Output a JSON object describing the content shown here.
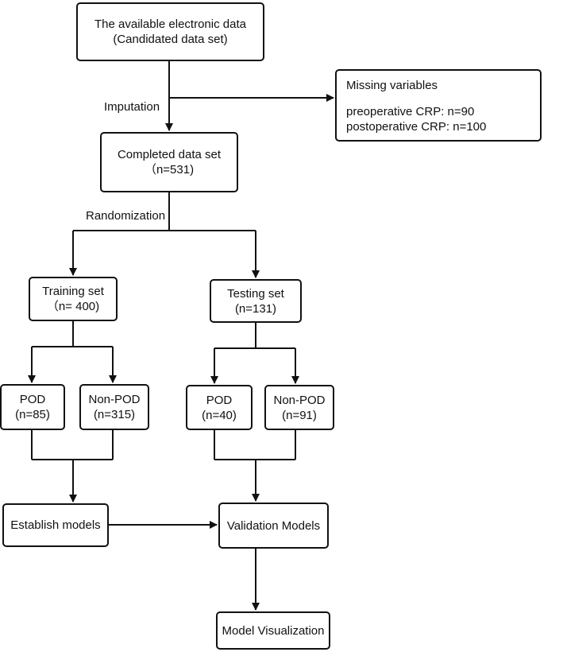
{
  "nodes": {
    "source": {
      "line1": "The available electronic data",
      "line2": "(Candidated data set)"
    },
    "missing": {
      "title": "Missing variables",
      "line1": "preoperative CRP: n=90",
      "line2": "postoperative CRP: n=100"
    },
    "completed": {
      "line1": "Completed data set",
      "line2": "（n=531)"
    },
    "training": {
      "line1": "Training set",
      "line2": "（n= 400)"
    },
    "testing": {
      "line1": "Testing set",
      "line2": "(n=131)"
    },
    "train_pod": {
      "line1": "POD",
      "line2": "(n=85)"
    },
    "train_nonpod": {
      "line1": "Non-POD",
      "line2": "(n=315)"
    },
    "test_pod": {
      "line1": "POD",
      "line2": "(n=40)"
    },
    "test_nonpod": {
      "line1": "Non-POD",
      "line2": "(n=91)"
    },
    "establish": {
      "line1": "Establish models"
    },
    "validation": {
      "line1": "Validation Models"
    },
    "visualization": {
      "line1": "Model Visualization"
    }
  },
  "edge_labels": {
    "imputation": "Imputation",
    "randomization": "Randomization"
  }
}
